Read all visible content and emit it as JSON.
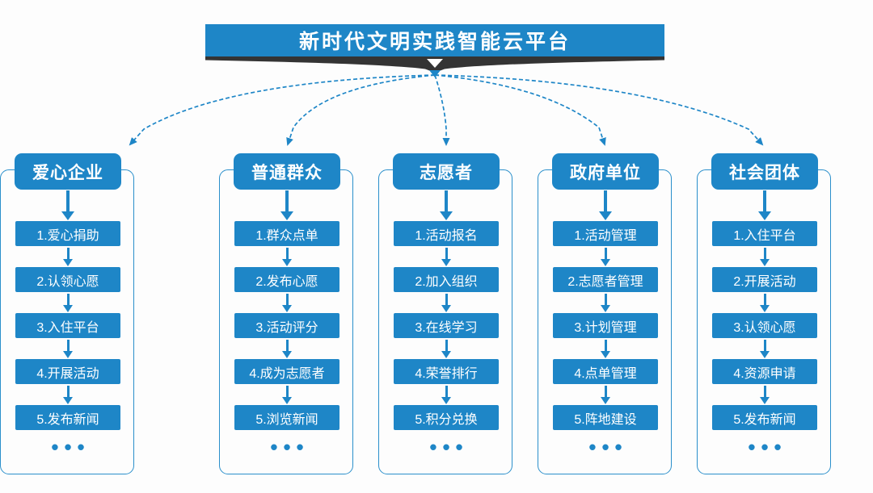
{
  "banner": {
    "title": "新时代文明实践智能云平台"
  },
  "colors": {
    "accent": "#1E86C7",
    "ribbon": "#333333",
    "background": "#FDFDFD",
    "text_on_accent": "#FFFFFF"
  },
  "columns": [
    {
      "header": "普通群众",
      "items": [
        "1.群众点单",
        "2.发布心愿",
        "3.活动评分",
        "4.成为志愿者",
        "5.浏览新闻"
      ],
      "more": "•••"
    },
    {
      "header": "志愿者",
      "items": [
        "1.活动报名",
        "2.加入组织",
        "3.在线学习",
        "4.荣誉排行",
        "5.积分兑换"
      ],
      "more": "•••"
    },
    {
      "header": "政府单位",
      "items": [
        "1.活动管理",
        "2.志愿者管理",
        "3.计划管理",
        "4.点单管理",
        "5.阵地建设"
      ],
      "more": "•••"
    },
    {
      "header": "社会团体",
      "items": [
        "1.入住平台",
        "2.开展活动",
        "3.认领心愿",
        "4.资源申请",
        "5.发布新闻"
      ],
      "more": "•••"
    },
    {
      "header": "爱心企业",
      "items": [
        "1.爱心捐助",
        "2.认领心愿",
        "3.入住平台",
        "4.开展活动",
        "5.发布新闻"
      ],
      "more": "•••"
    }
  ]
}
